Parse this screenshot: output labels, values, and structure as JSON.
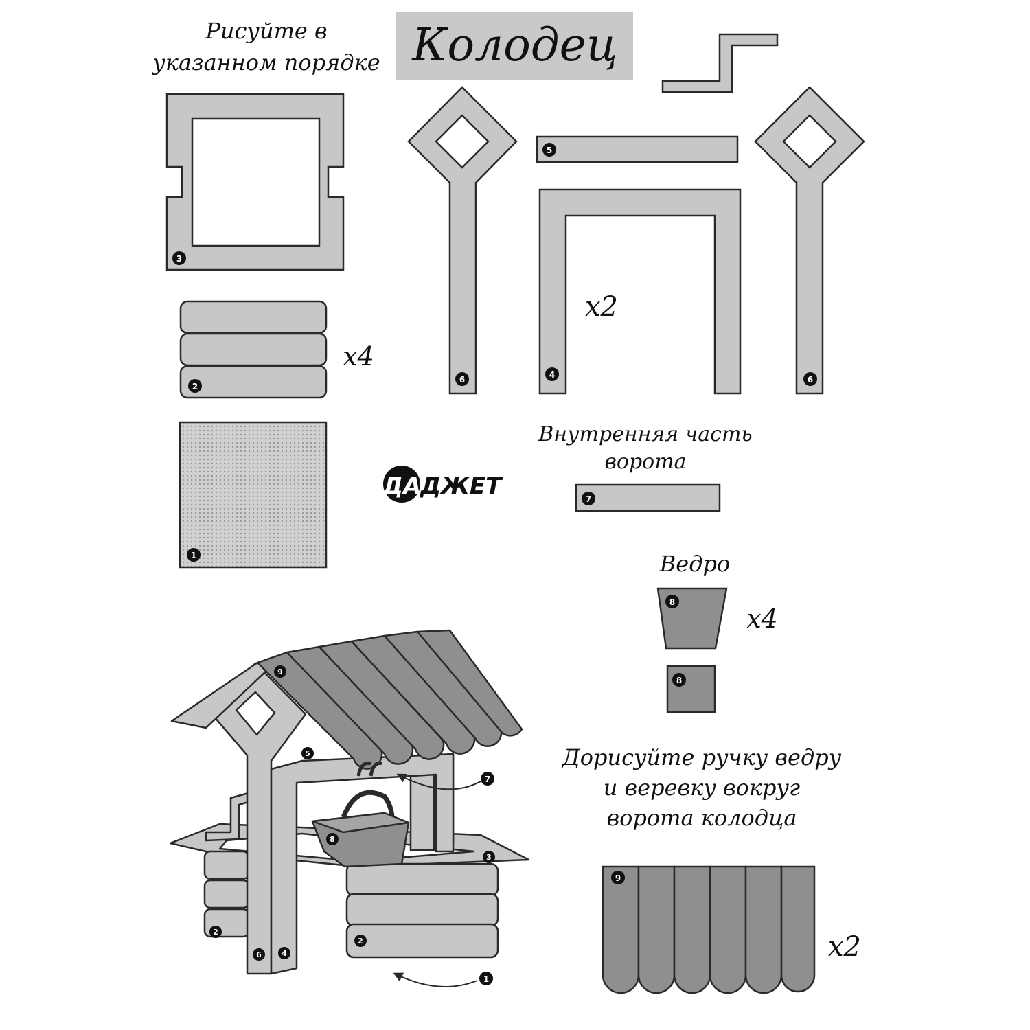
{
  "title": "Колодец",
  "instruction_order": [
    "Рисуйте в",
    "указанном порядке"
  ],
  "multipliers": {
    "logs": "x4",
    "frame": "x2",
    "bucket": "x4",
    "roof": "x2"
  },
  "gate_inner_label": [
    "Внутренняя часть",
    "ворота"
  ],
  "bucket_label": "Ведро",
  "finish_instruction": [
    "Дорисуйте ручку ведру",
    "и веревку вокруг",
    "ворота колодца"
  ],
  "logo": {
    "left": "ДА",
    "right": "ДЖЕТ"
  },
  "part_numbers": {
    "base": "1",
    "logs": "2",
    "box": "3",
    "frame": "4",
    "beam": "5",
    "post": "6",
    "gate": "7",
    "bucket": "8",
    "roof": "9"
  },
  "colors": {
    "fill": "#c7c7c7",
    "outline": "#2a2a2a",
    "dark_fill": "#8f8f8f",
    "title_bg": "#c9c9c9",
    "badge": "#111111"
  }
}
